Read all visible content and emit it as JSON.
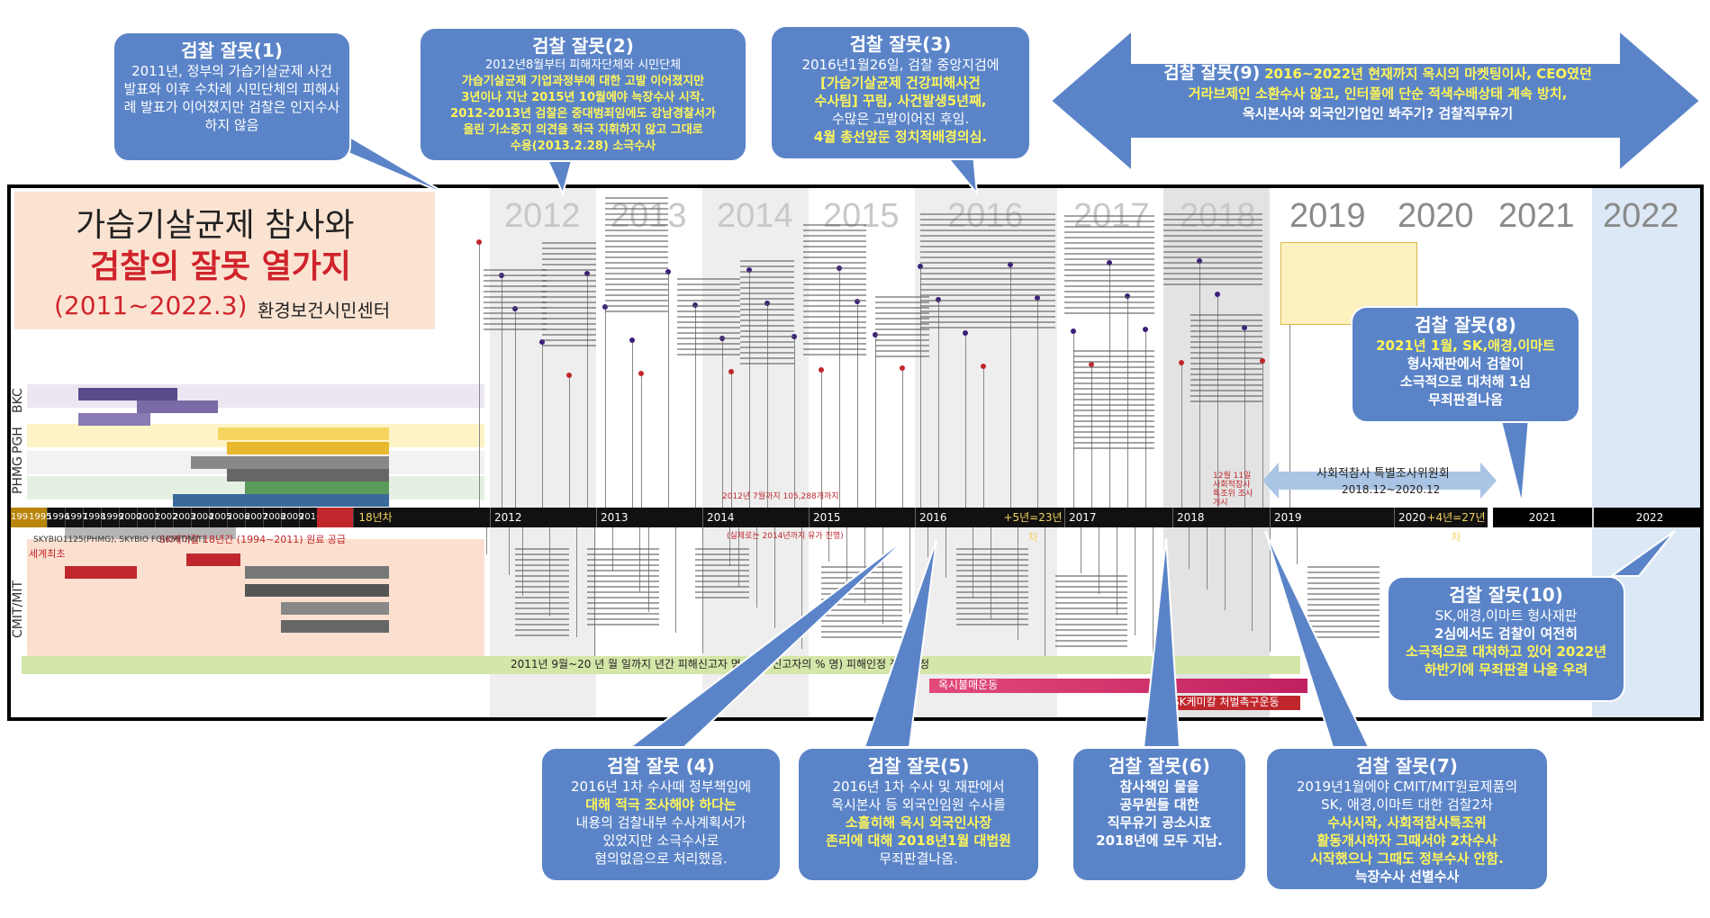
{
  "title": {
    "line1": "가습기살균제 참사와",
    "line2": "검찰의 잘못 열가지",
    "line3": "(2011~2022.3)",
    "org": "환경보건시민센터"
  },
  "years_header": [
    "2012",
    "2013",
    "2014",
    "2015",
    "2016",
    "2017",
    "2018",
    "2019",
    "2020",
    "2021",
    "2022"
  ],
  "axis": {
    "early_years": [
      "1994",
      "1995",
      "1996",
      "1997",
      "1998",
      "1999",
      "2000",
      "2001",
      "2002",
      "2003",
      "2004",
      "2005",
      "2006",
      "2007",
      "2008",
      "2009",
      "2010",
      "2011"
    ],
    "marker_18": "18년차",
    "marker_23": "+5년=23년차",
    "marker_27": "+4년=27년차",
    "later_years": [
      "2012",
      "2013",
      "2014",
      "2015",
      "2016",
      "2017",
      "2018",
      "2019",
      "2020"
    ],
    "far_years": [
      "2021",
      "2022"
    ]
  },
  "side_labels": [
    "BKC",
    "PGH",
    "PHMG",
    "CMIT/MIT"
  ],
  "board_texts": {
    "sk_note": "SK케미칼 18년간 (1994~2011) 원료 공급",
    "sk_sub": "SKYBIO1125(PHMG), SKYBIO FG(CMIT/MIT)",
    "world_first": "세계최초",
    "bottom_bar": "2011년 9월~20 년 월 일까지 년간 피해신고자 명 (사망 신고자의 % 명) 피해인정 정부판정",
    "oxy_boycott": "옥시불매운동",
    "sk_boycott": "SK케미칼 처벌촉구운동",
    "commission": "사회적참사 특별조사위원회",
    "commission_dates": "2018.12~2020.12",
    "small_red": "2012년 7월까지 105,288개까지",
    "small_red2": "(실제로는 2014년까지 유가 진행)",
    "dec_label": "12월 11일 사회적참사 특조위 조사개시"
  },
  "callouts": {
    "c1": {
      "title": "검찰 잘못(1)",
      "text": "2011년, 정부의 가습기살균제 사건 발표와 이후 수차례 시민단체의 피해사례 발표가 이어졌지만 검찰은 인지수사 하지 않음"
    },
    "c2": {
      "title": "검찰 잘못(2)",
      "l1": "2012년8월부터 피해자단체와 시민단체",
      "l2": "가습기살균제 기업과정부에 대한 고발 이어졌지만",
      "l3": "3년이나 지난 2015년 10월에야 늑장수사 시작.",
      "l4": "2012-2013년 검찰은 중대범죄임에도 강남경찰서가",
      "l5": "올린 기소중지 의견을 적극 지휘하지 않고 그대로",
      "l6": "수용(2013.2.28) 소극수사"
    },
    "c3": {
      "title": "검찰 잘못(3)",
      "l1": "2016년1월26일, 검찰 중앙지검에",
      "l2": "[가습기살균제 건강피해사건",
      "l3": "수사팀] 꾸림, 사건발생5년째,",
      "l4": "수많은 고발이어진 후임.",
      "l5": "4월 총선앞둔 정치적배경의심."
    },
    "c4": {
      "title": "검찰 잘못 (4)",
      "l1": "2016년 1차 수사때 정부책임에",
      "l2": "대해 적극 조사해야 하다는",
      "l3": "내용의 검찰내부 수사계획서가",
      "l4": "있었지만 소극수사로",
      "l5": "혐의없음으로 처리했음."
    },
    "c5": {
      "title": "검찰 잘못(5)",
      "l1": "2016년 1차 수사 및 재판에서",
      "l2": "옥시본사 등 외국인임원 수사를",
      "l3": "소홀히해 옥시 외국인사장",
      "l4": "존리에 대해 2018년1월 대법원",
      "l5": "무죄판결나옴."
    },
    "c6": {
      "title": "검찰 잘못(6)",
      "l1": "참사책임 물을",
      "l2": "공무원들 대한",
      "l3": "직무유기 공소시효",
      "l4": "2018년에 모두 지남."
    },
    "c7": {
      "title": "검찰 잘못(7)",
      "l1": "2019년1월에야 CMIT/MIT원료제품의",
      "l2": "SK, 애경,이마트 대한 검찰2차",
      "l3": "수사시작, 사회적참사특조위",
      "l4": "활동개시하자 그때서야 2차수사",
      "l5": "시작했으나 그때도 정부수사 안함.",
      "l6": "늑장수사 선별수사"
    },
    "c8": {
      "title": "검찰 잘못(8)",
      "l1": "2021년 1월, SK,애경,이마트",
      "l2": "형사재판에서 검찰이",
      "l3": "소극적으로 대처해 1심",
      "l4": "무죄판결나옴"
    },
    "c9": {
      "title": "검찰 잘못(9)",
      "l1": "2016~2022년 현재까지 옥시의 마켓팅이사, CEO였던",
      "l2": "거라브제인 소환수사 않고, 인터폴에 단순 적색수배상태 계속 방치,",
      "l3": "옥시본사와 외국인기업인 봐주기? 검찰직무유기"
    },
    "c10": {
      "title": "검찰 잘못(10)",
      "l1": "SK,애경,이마트 형사재판",
      "l2": "2심에서도 검찰이 여전히",
      "l3": "소극적으로 대처하고 있어 2022년",
      "l4": "하반기에 무죄판결 나올 우려"
    }
  },
  "colors": {
    "callout": "#5b84c8",
    "highlight": "#fff55a",
    "title_red": "#d0232b",
    "axis": "#111111",
    "title_bg": "#fbe3d2",
    "oxy": "#e34a7a",
    "commission": "#a9c4e4"
  }
}
